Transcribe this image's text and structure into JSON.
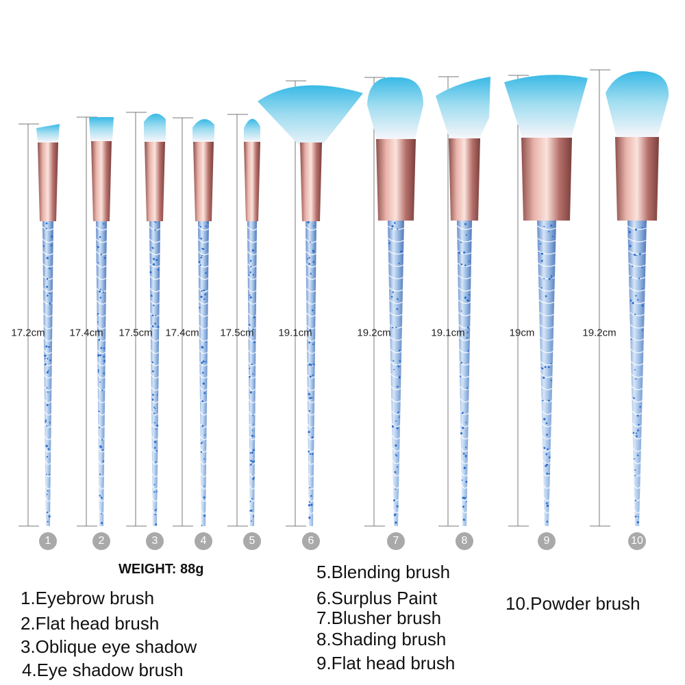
{
  "product": {
    "weight_label": "WEIGHT:",
    "weight_value": "88g"
  },
  "colors": {
    "bristle_tip": "#5cc8e8",
    "bristle_base": "#f4f4f8",
    "ferrule": "#c98a86",
    "handle": "#7fa6d8",
    "glitter": "#2f6ecc",
    "guide_line": "#777777",
    "badge": "#a9a9a9"
  },
  "brushes": [
    {
      "number": "1",
      "length": "17.2cm",
      "head": "angled"
    },
    {
      "number": "2",
      "length": "17.4cm",
      "head": "flat"
    },
    {
      "number": "3",
      "length": "17.5cm",
      "head": "oval"
    },
    {
      "number": "4",
      "length": "17.4cm",
      "head": "oval"
    },
    {
      "number": "5",
      "length": "17.5cm",
      "head": "pointed"
    },
    {
      "number": "6",
      "length": "19.1cm",
      "head": "fan"
    },
    {
      "number": "7",
      "length": "19.2cm",
      "head": "dome"
    },
    {
      "number": "8",
      "length": "19.1cm",
      "head": "angled-large"
    },
    {
      "number": "9",
      "length": "19cm",
      "head": "flat-top"
    },
    {
      "number": "10",
      "length": "19.2cm",
      "head": "powder"
    }
  ],
  "legend": [
    "1.Eyebrow brush",
    "2.Flat head brush",
    "3.Oblique eye shadow",
    "4.Eye shadow brush",
    "5.Blending brush",
    "6.Surplus Paint",
    "7.Blusher brush",
    "8.Shading brush",
    "9.Flat head brush",
    "10.Powder brush"
  ]
}
